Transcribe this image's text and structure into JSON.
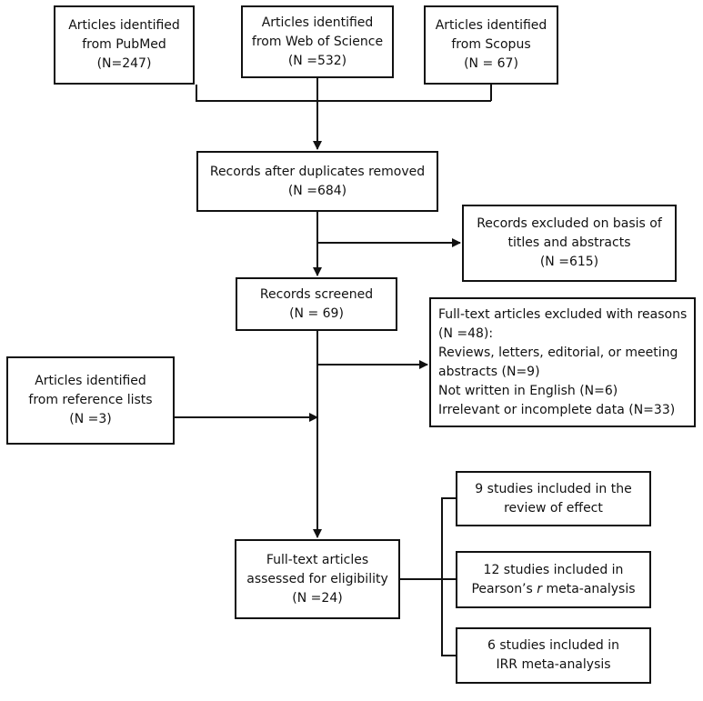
{
  "boxes": {
    "pubmed": {
      "lines": [
        "Articles identified",
        "from PubMed",
        "(N=247)"
      ]
    },
    "wos": {
      "lines": [
        "Articles identified",
        "from Web of Science",
        "(N =532)"
      ]
    },
    "scopus": {
      "lines": [
        "Articles identified",
        "from Scopus",
        "(N = 67)"
      ]
    },
    "duplicates_removed": {
      "lines": [
        "Records after duplicates removed",
        "(N =684)"
      ]
    },
    "excluded_titles": {
      "lines": [
        "Records excluded on basis of",
        "titles and abstracts",
        "(N =615)"
      ]
    },
    "screened": {
      "lines": [
        "Records screened",
        "(N = 69)"
      ]
    },
    "fulltext_excluded": {
      "lines": [
        "Full-text articles excluded with reasons",
        "(N =48):",
        "Reviews, letters, editorial, or meeting",
        "abstracts (N=9)",
        "Not written in English (N=6)",
        "Irrelevant or incomplete data (N=33)"
      ]
    },
    "reference_lists": {
      "lines": [
        "Articles identified",
        "from reference lists",
        "(N =3)"
      ]
    },
    "assessed": {
      "lines": [
        "Full-text articles",
        "assessed for eligibility",
        "(N =24)"
      ]
    },
    "review_effect": {
      "lines": [
        "9 studies included in the",
        "review of effect"
      ]
    },
    "pearson": {
      "line1": "12 studies included in",
      "line2_before": "Pearson’s ",
      "line2_italic": "r",
      "line2_after": " meta-analysis"
    },
    "irr": {
      "lines": [
        "6 studies included in",
        "IRR meta-analysis"
      ]
    }
  }
}
